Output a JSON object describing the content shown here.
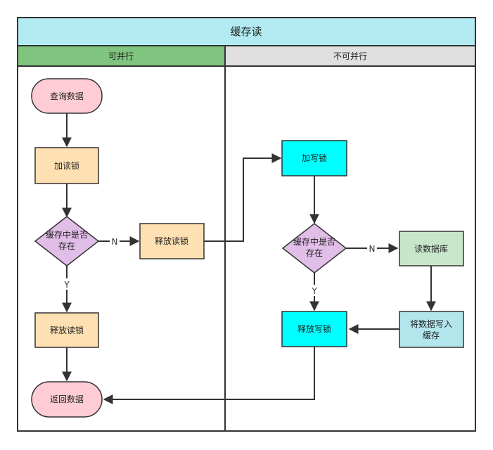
{
  "title": "缓存读",
  "lanes": {
    "left": {
      "label": "可并行",
      "color": "#7fc47f"
    },
    "right": {
      "label": "不可并行",
      "color": "#e0e0e0"
    }
  },
  "colors": {
    "title_bg": "#b2ebf2",
    "terminal": "#ffccd5",
    "process": "#ffe0b2",
    "decision": "#e1bee7",
    "write_lock": "#00ffff",
    "read_db": "#c8e6c9",
    "write_cache": "#b3e5ec"
  },
  "nodes": {
    "query_data": "查询数据",
    "add_read_lock": "加读锁",
    "cache_check_left": {
      "line1": "缓存中是否",
      "line2": "存在"
    },
    "release_read_lock_mid": "释放读锁",
    "release_read_lock_bottom": "释放读锁",
    "return_data": "返回数据",
    "add_write_lock": "加写锁",
    "cache_check_right": {
      "line1": "缓存中是否",
      "line2": "存在"
    },
    "read_database": "读数据库",
    "write_to_cache": {
      "line1": "将数据写入",
      "line2": "缓存"
    },
    "release_write_lock": "释放写锁"
  },
  "edge_labels": {
    "left_no": "N",
    "left_yes": "Y",
    "right_no": "N",
    "right_yes": "Y"
  }
}
